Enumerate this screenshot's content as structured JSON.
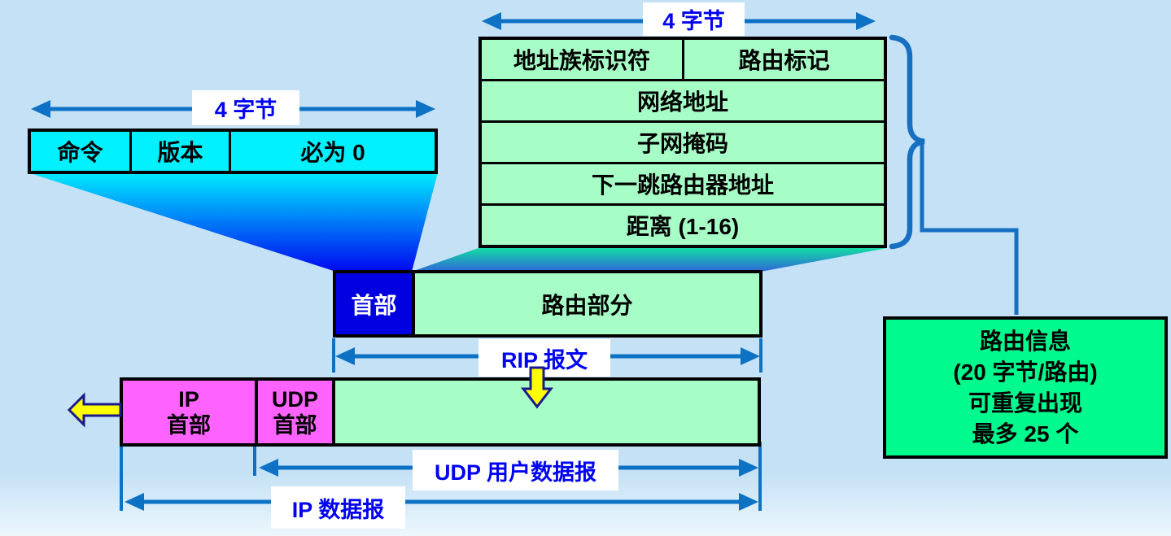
{
  "colors": {
    "background": "#c4e1f5",
    "table_green": "#a6fec6",
    "cyan": "#00f0ff",
    "header_blue": "#0000e0",
    "magenta": "#ff63ff",
    "note_green": "#00fa8e",
    "arrow_blue": "#0e72c4",
    "label_text_blue": "#0000f2",
    "yellow": "#ffff00"
  },
  "top_left_table": {
    "byte_span_label": "4 字节",
    "cells": [
      "命令",
      "版本",
      "必为 0"
    ]
  },
  "top_right_table": {
    "byte_span_label": "4 字节",
    "row1_cells": [
      "地址族标识符",
      "路由标记"
    ],
    "rows": [
      "网络地址",
      "子网掩码",
      "下一跳路由器地址",
      "距离 (1-16)"
    ]
  },
  "rip_row": {
    "header": "首部",
    "routing": "路由部分",
    "span_label": "RIP 报文"
  },
  "encapsulation_row": {
    "ip_header_line1": "IP",
    "ip_header_line2": "首部",
    "udp_header_line1": "UDP",
    "udp_header_line2": "首部",
    "udp_span_label": "UDP 用户数据报",
    "ip_span_label": "IP 数据报"
  },
  "route_info_note": {
    "line1": "路由信息",
    "line2": "(20 字节/路由)",
    "line3": "可重复出现",
    "line4": "最多 25 个"
  }
}
